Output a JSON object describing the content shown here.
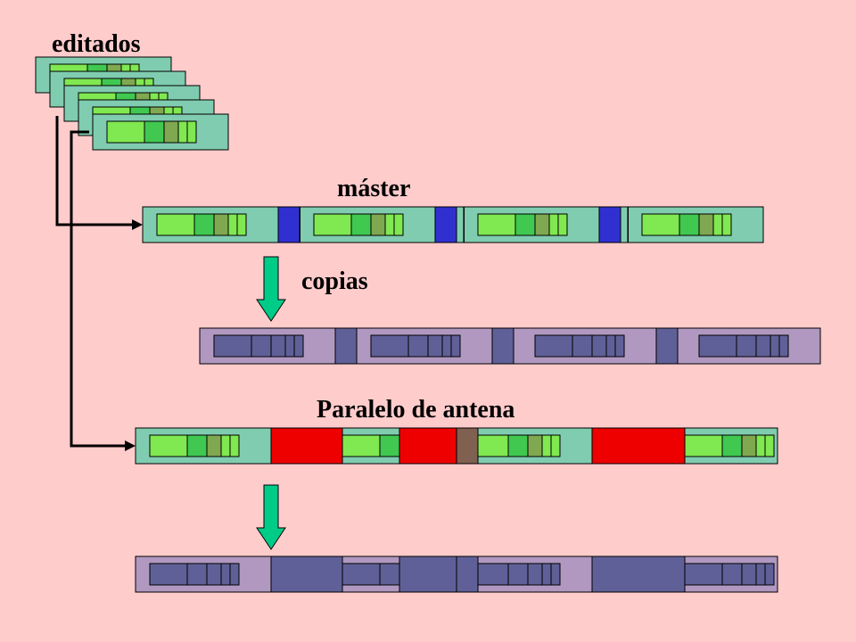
{
  "labels": {
    "edited": "editados",
    "master": "máster",
    "copies": "copias",
    "parallel": "Paralelo de antena"
  },
  "colors": {
    "background": "#ffcccc",
    "strip_frame": "#80ccb0",
    "clip_light": "#80e850",
    "clip_mid": "#40c850",
    "clip_olive": "#80a850",
    "blue_gap": "#3030d0",
    "red_insert": "#ee0000",
    "brown_insert": "#806050",
    "copy_frame": "#b098c0",
    "copy_block": "#606098",
    "arrow_fill": "#00cc88",
    "line": "#000000"
  },
  "strips": [
    {
      "name": "master-strip",
      "segments": [
        "clip",
        "blue-gap",
        "clip",
        "blue-gap",
        "clip",
        "blue-gap",
        "clip"
      ]
    },
    {
      "name": "copies-strip",
      "segments": [
        "clip",
        "gap",
        "clip",
        "gap",
        "clip",
        "gap",
        "clip"
      ]
    },
    {
      "name": "antenna-parallel-strip",
      "segments": [
        "clip",
        "red-insert",
        "clip",
        "red-insert",
        "brown-insert",
        "clip",
        "red-insert",
        "clip"
      ]
    },
    {
      "name": "broadcast-copy-strip",
      "segments": [
        "clip",
        "gap",
        "clip",
        "gap",
        "gap",
        "clip",
        "gap",
        "clip"
      ]
    }
  ]
}
